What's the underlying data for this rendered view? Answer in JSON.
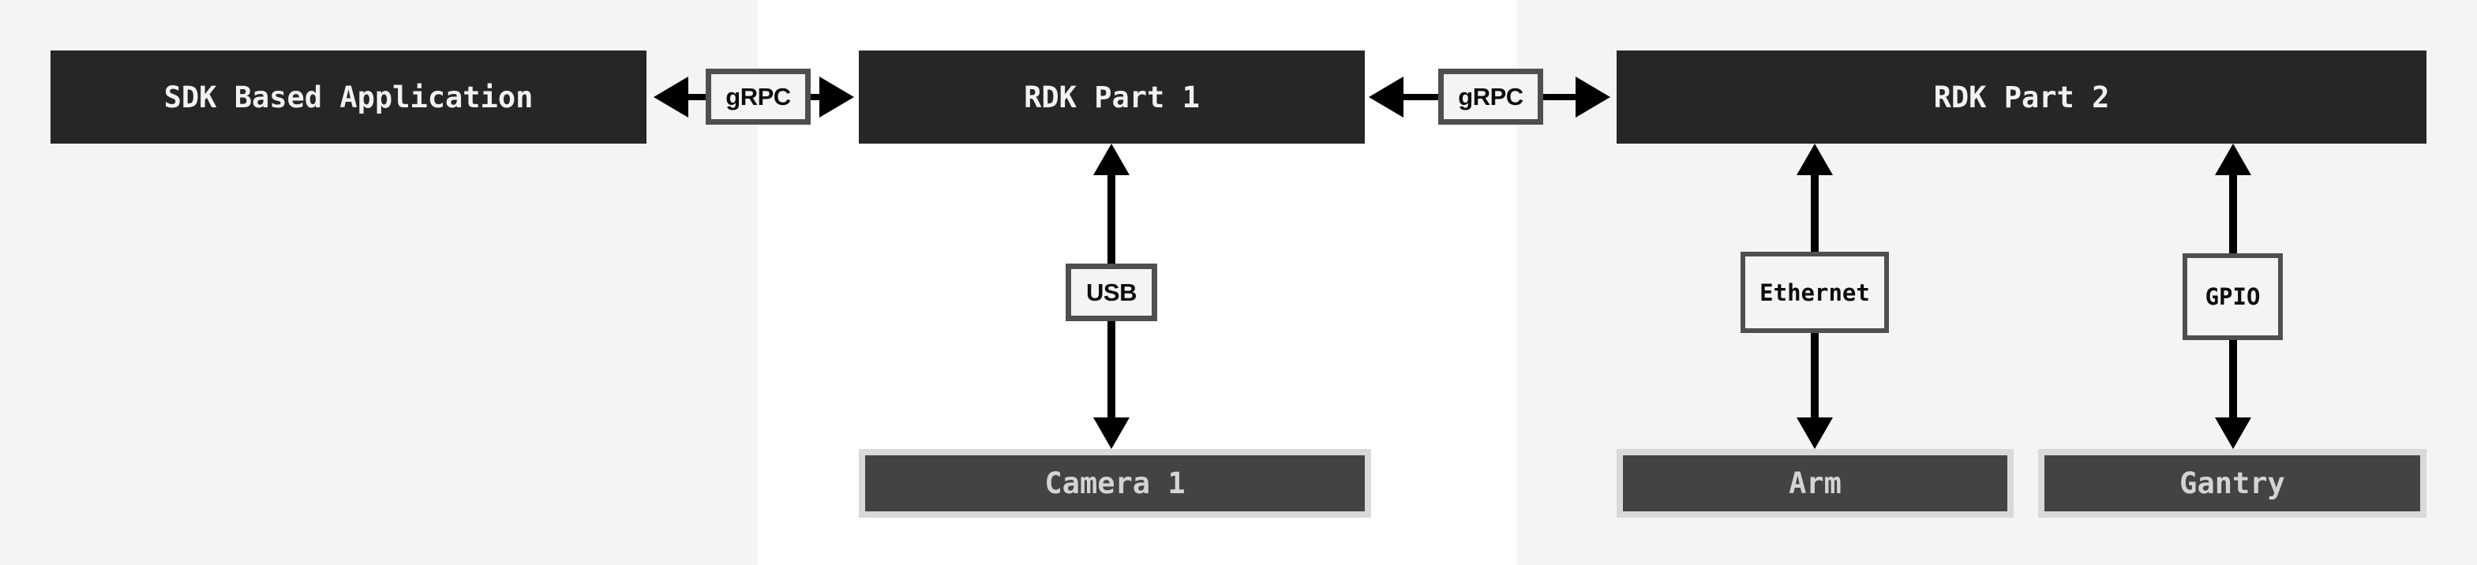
{
  "nodes": {
    "sdk_app": {
      "label": "SDK Based Application",
      "kind": "application"
    },
    "rdk_part_1": {
      "label": "RDK Part 1",
      "kind": "server"
    },
    "rdk_part_2": {
      "label": "RDK Part 2",
      "kind": "server"
    },
    "camera_1": {
      "label": "Camera 1",
      "kind": "component"
    },
    "arm": {
      "label": "Arm",
      "kind": "component"
    },
    "gantry": {
      "label": "Gantry",
      "kind": "component"
    }
  },
  "connections": {
    "grpc_left": {
      "label": "gRPC",
      "from": "sdk_app",
      "to": "rdk_part_1",
      "bidirectional": true
    },
    "grpc_right": {
      "label": "gRPC",
      "from": "rdk_part_1",
      "to": "rdk_part_2",
      "bidirectional": true
    },
    "usb": {
      "label": "USB",
      "from": "rdk_part_1",
      "to": "camera_1",
      "bidirectional": true
    },
    "ethernet": {
      "label": "Ethernet",
      "from": "rdk_part_2",
      "to": "arm",
      "bidirectional": true
    },
    "gpio": {
      "label": "GPIO",
      "from": "rdk_part_2",
      "to": "gantry",
      "bidirectional": true
    }
  },
  "colors": {
    "band_light": "#f4f4f4",
    "band_white": "#ffffff",
    "server_box_bg": "#262626",
    "server_box_text": "#f2f2f2",
    "component_box_bg": "#434343",
    "component_box_border": "#d9d9d9",
    "component_box_text": "#d4d4d4",
    "label_box_bg": "#f4f4f4",
    "label_box_border": "#4f4f4f",
    "label_box_text": "#0d0d0d",
    "arrow_color": "#000000"
  }
}
